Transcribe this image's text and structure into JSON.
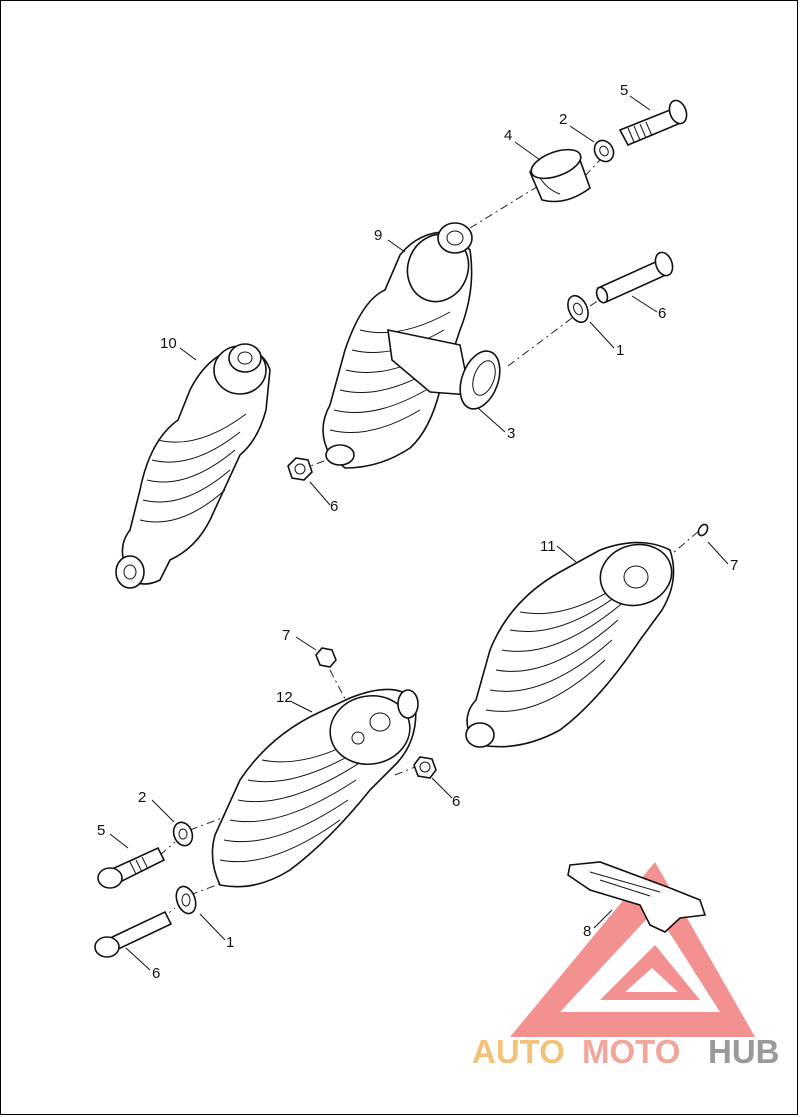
{
  "callouts": {
    "c1a": "1",
    "c1b": "1",
    "c2a": "2",
    "c2b": "2",
    "c3": "3",
    "c4": "4",
    "c5a": "5",
    "c5b": "5",
    "c6a": "6",
    "c6b": "6",
    "c6c": "6",
    "c6d": "6",
    "c7a": "7",
    "c7b": "7",
    "c8": "8",
    "c9": "9",
    "c10": "10",
    "c11": "11",
    "c12": "12"
  },
  "watermark": {
    "part1": "AUTO",
    "part2": "MOTO",
    "part3": "HUB",
    "colors": {
      "auto": "#f2c27a",
      "moto": "#f2a59a",
      "hub": "#9a9a9a",
      "triangle": "#ef6b6b"
    }
  }
}
